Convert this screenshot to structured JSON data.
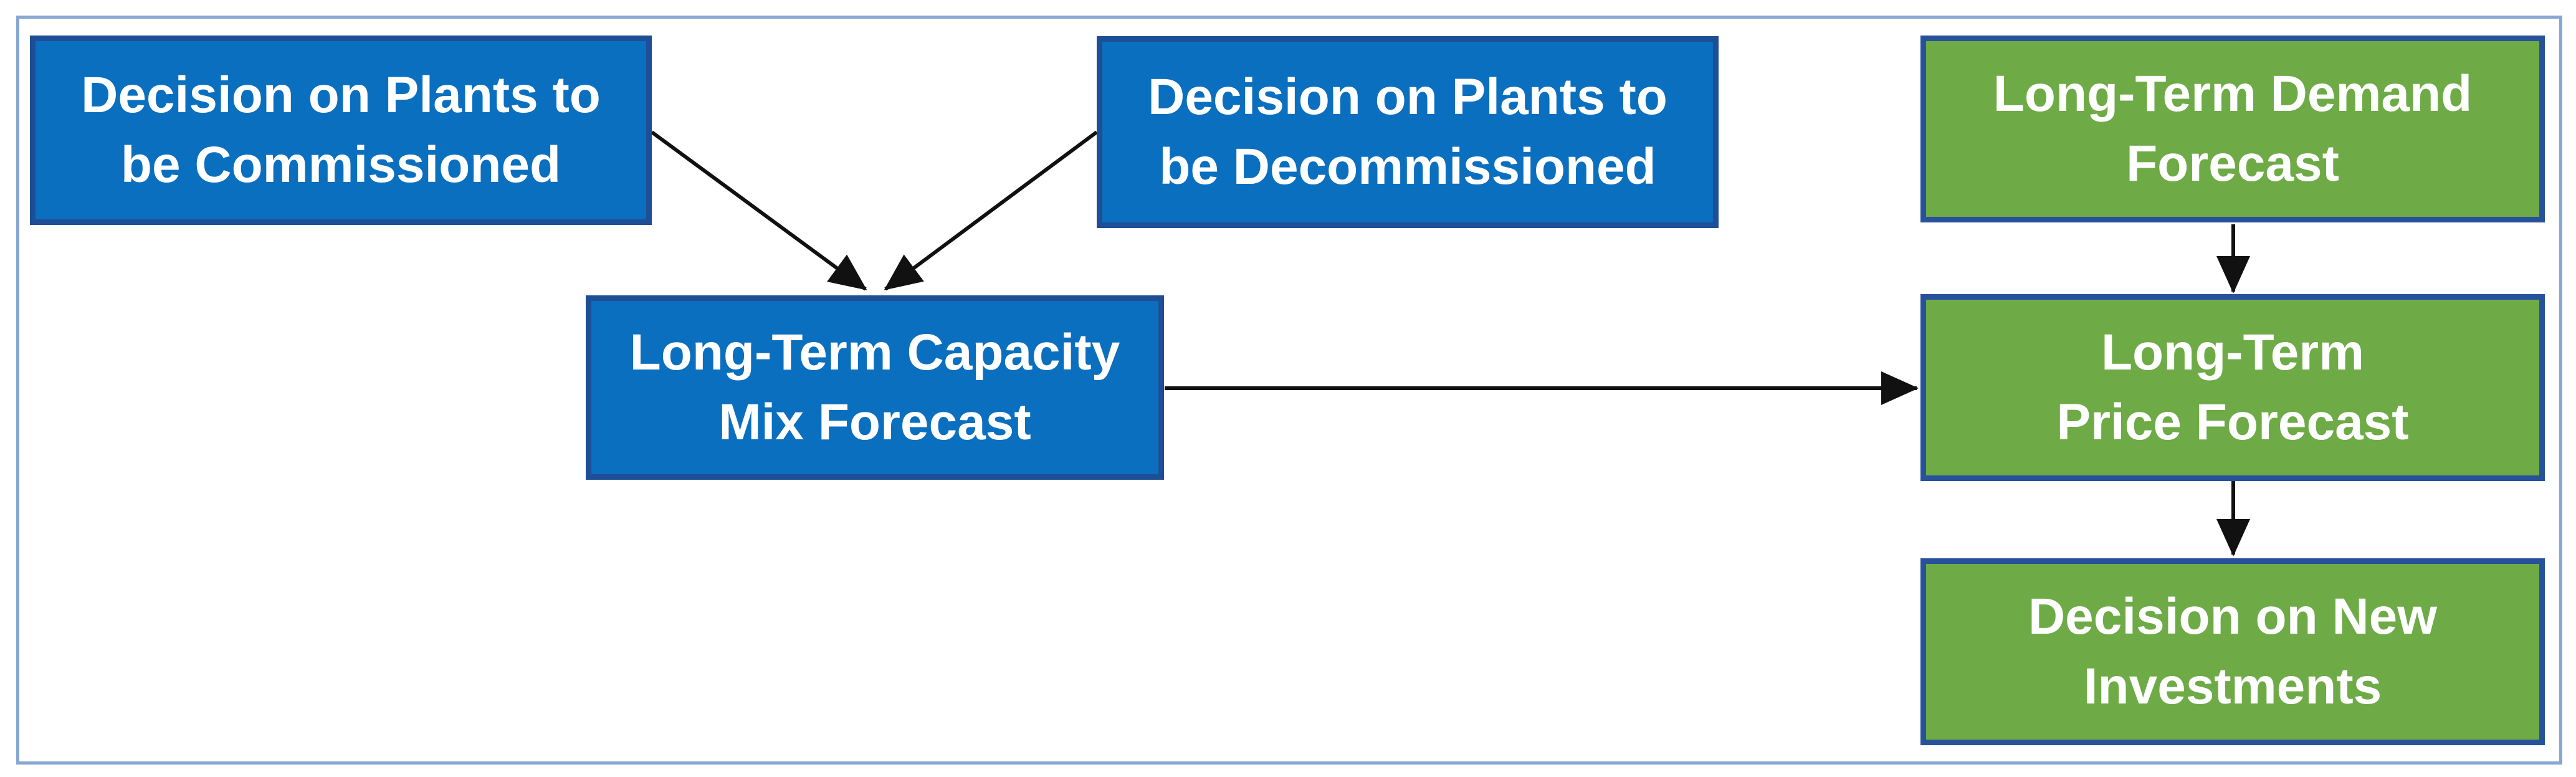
{
  "diagram": {
    "nodes": [
      {
        "id": "decision-plants-commissioned",
        "line1": "Decision on Plants to",
        "line2": "be Commissioned",
        "color": "blue"
      },
      {
        "id": "decision-plants-decommissioned",
        "line1": "Decision on Plants to",
        "line2": "be Decommissioned",
        "color": "blue"
      },
      {
        "id": "long-term-demand-forecast",
        "line1": "Long-Term Demand",
        "line2": "Forecast",
        "color": "green"
      },
      {
        "id": "long-term-capacity-mix-forecast",
        "line1": "Long-Term Capacity",
        "line2": "Mix Forecast",
        "color": "blue"
      },
      {
        "id": "long-term-price-forecast",
        "line1": "Long-Term",
        "line2": "Price Forecast",
        "color": "green"
      },
      {
        "id": "decision-new-investments",
        "line1": "Decision on New",
        "line2": "Investments",
        "color": "green"
      }
    ],
    "edges": [
      {
        "from": "decision-plants-commissioned",
        "to": "long-term-capacity-mix-forecast"
      },
      {
        "from": "decision-plants-decommissioned",
        "to": "long-term-capacity-mix-forecast"
      },
      {
        "from": "long-term-capacity-mix-forecast",
        "to": "long-term-price-forecast"
      },
      {
        "from": "long-term-demand-forecast",
        "to": "long-term-price-forecast"
      },
      {
        "from": "long-term-price-forecast",
        "to": "decision-new-investments"
      }
    ],
    "colors": {
      "blue_fill": "#0B6FBF",
      "blue_border": "#1E4E96",
      "green_fill": "#6EAB47",
      "green_border": "#27519B",
      "frame_border": "#85A7D2",
      "arrow": "#111111",
      "text": "#FFFFFF",
      "bg": "#FFFFFF"
    }
  }
}
